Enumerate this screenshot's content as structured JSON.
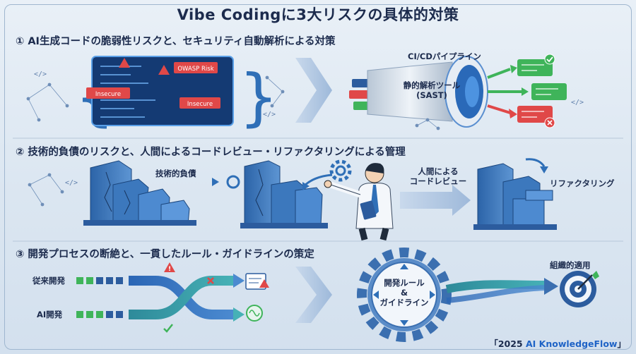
{
  "title": "Vibe Codingに3大リスクの具体的対策",
  "sections": [
    {
      "heading": "① AI生成コードの脆弱性リスクと、セキュリティ自動解析による対策",
      "badges": [
        "OWASP Risk",
        "Insecure",
        "Insecure"
      ],
      "pipeline_label": "CI/CDパイプライン",
      "tool_label": "静的解析ツール\n(SAST)"
    },
    {
      "heading": "② 技術的負債のリスクと、人間によるコードレビュー・リファクタリングによる管理",
      "debt_label": "技術的負債",
      "review_label": "人間による\nコードレビュー",
      "refactor_label": "リファクタリング"
    },
    {
      "heading": "③ 開発プロセスの断絶と、一貫したルール・ガイドラインの策定",
      "traditional_label": "従来開発",
      "ai_label": "AI開発",
      "rules_label": "開発ルール\n&\nガイドライン",
      "applied_label": "組織的適用"
    }
  ],
  "footer": {
    "prefix": "「2025 ",
    "brand": "AI KnowledgeFlow",
    "suffix": "」"
  },
  "colors": {
    "accent": "#1f63c6",
    "danger": "#e04848",
    "ok": "#3fb45a",
    "panel": "#2f6fb7"
  }
}
